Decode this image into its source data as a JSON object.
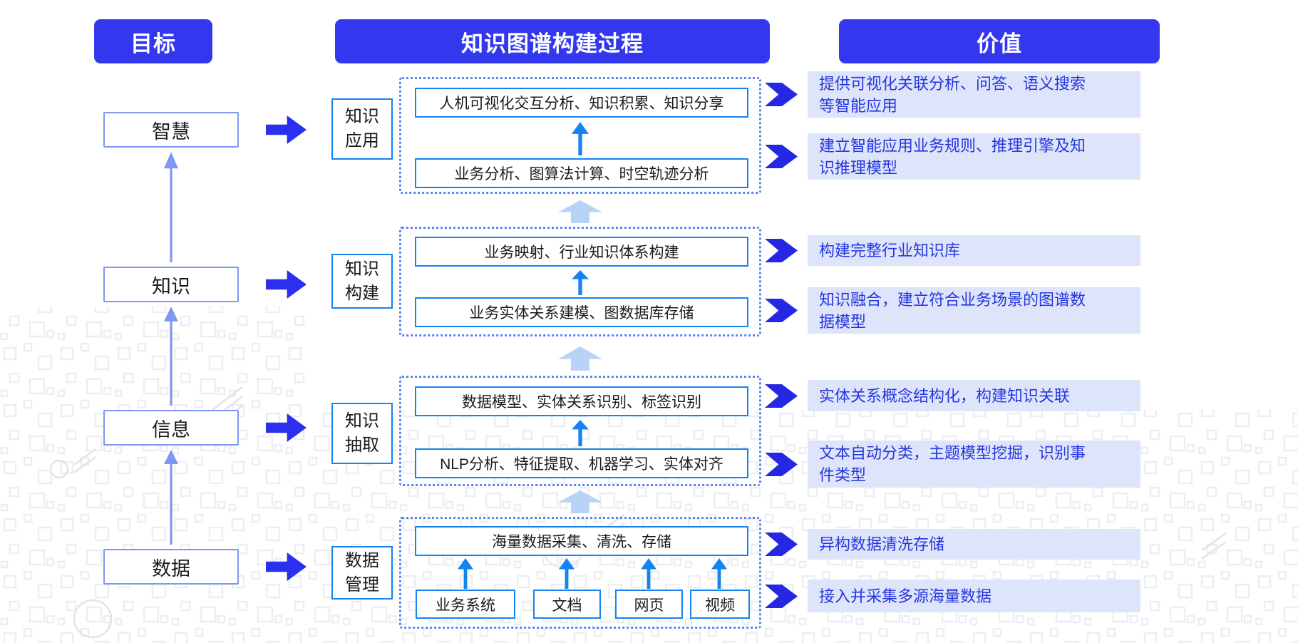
{
  "headers": {
    "goal": "目标",
    "process": "知识图谱构建过程",
    "value": "价值"
  },
  "goals": [
    {
      "label": "智慧"
    },
    {
      "label": "知识"
    },
    {
      "label": "信息"
    },
    {
      "label": "数据"
    }
  ],
  "stages": [
    {
      "label": [
        "知识",
        "应用"
      ],
      "boxes": [
        "人机可视化交互分析、知识积累、知识分享",
        "业务分析、图算法计算、时空轨迹分析"
      ]
    },
    {
      "label": [
        "知识",
        "构建"
      ],
      "boxes": [
        "业务映射、行业知识体系构建",
        "业务实体关系建模、图数据库存储"
      ]
    },
    {
      "label": [
        "知识",
        "抽取"
      ],
      "boxes": [
        "数据模型、实体关系识别、标签识别",
        "NLP分析、特征提取、机器学习、实体对齐"
      ]
    },
    {
      "label": [
        "数据",
        "管理"
      ],
      "boxes": [
        "海量数据采集、清洗、存储"
      ],
      "sources": [
        "业务系统",
        "文档",
        "网页",
        "视频"
      ]
    }
  ],
  "values": [
    "提供可视化关联分析、问答、语义搜索等智能应用",
    "建立智能应用业务规则、推理引擎及知识推理模型",
    "构建完整行业知识库",
    "知识融合，建立符合业务场景的图谱数据模型",
    "实体关系概念结构化，构建知识关联",
    "文本自动分类，主题模型挖掘，识别事件类型",
    "异构数据清洗存储",
    "接入并采集多源海量数据"
  ],
  "colors": {
    "header_bg": "#3338EF",
    "goal_border": "#7E97F3",
    "azure_border": "#1683F2",
    "dotted_border": "#5A83EE",
    "right_arrow": "#2B2FEE",
    "chevron": "#2428E3",
    "stage_gap_arrow": "#B9D3F7",
    "value_bg": "#DEE5FB",
    "value_text": "#2636DF"
  }
}
